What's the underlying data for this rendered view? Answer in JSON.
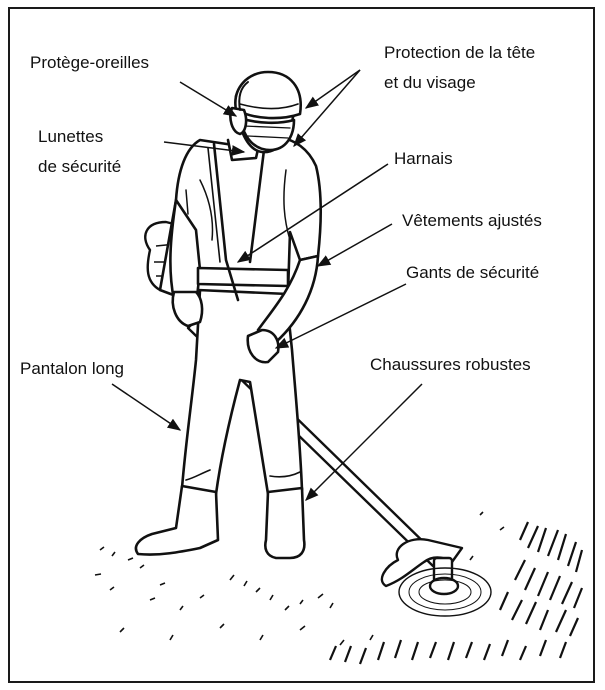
{
  "diagram": {
    "labels": {
      "ear_protection": "Protège-oreilles",
      "head_protection_line1": "Protection de la tête",
      "head_protection_line2": "et du visage",
      "glasses_line1": "Lunettes",
      "glasses_line2": "de sécurité",
      "harness": "Harnais",
      "clothing": "Vêtements ajustés",
      "gloves": "Gants de sécurité",
      "trousers": "Pantalon long",
      "boots": "Chaussures robustes"
    },
    "colors": {
      "ink": "#111111",
      "paper": "#ffffff",
      "frame": "#1a1a1a"
    }
  }
}
